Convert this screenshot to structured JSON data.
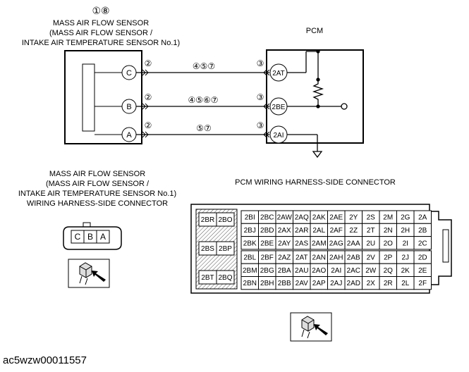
{
  "header_numbers": "①⑧",
  "sensor_title": [
    "MASS AIR FLOW SENSOR",
    "(MASS AIR FLOW SENSOR /",
    "INTAKE AIR TEMPERATURE SENSOR No.1)"
  ],
  "pcm_title": "PCM",
  "wires": [
    {
      "sensor_pin": "C",
      "sensor_note": "②",
      "wire_note": "④⑤⑦",
      "pcm_note": "③",
      "pcm_pin": "2AT"
    },
    {
      "sensor_pin": "B",
      "sensor_note": "②",
      "wire_note": "④⑤⑥⑦",
      "pcm_note": "③",
      "pcm_pin": "2BE"
    },
    {
      "sensor_pin": "A",
      "sensor_note": "②",
      "wire_note": "⑤⑦",
      "pcm_note": "③",
      "pcm_pin": "2AI"
    }
  ],
  "sensor_connector_title": [
    "MASS AIR FLOW SENSOR",
    "(MASS AIR FLOW SENSOR /",
    "INTAKE AIR TEMPERATURE SENSOR No.1)",
    "WIRING HARNESS-SIDE CONNECTOR"
  ],
  "sensor_connector_pins": [
    "C",
    "B",
    "A"
  ],
  "pcm_connector_title": "PCM WIRING HARNESS-SIDE CONNECTOR",
  "pcm_connector_side_pins": [
    "2BR",
    "2BO",
    "2BS",
    "2BP",
    "2BT",
    "2BQ"
  ],
  "pcm_connector_rows": [
    [
      "2BI",
      "2BC",
      "2AW",
      "2AQ",
      "2AK",
      "2AE",
      "2Y",
      "2S",
      "2M",
      "2G",
      "2A"
    ],
    [
      "2BJ",
      "2BD",
      "2AX",
      "2AR",
      "2AL",
      "2AF",
      "2Z",
      "2T",
      "2N",
      "2H",
      "2B"
    ],
    [
      "2BK",
      "2BE",
      "2AY",
      "2AS",
      "2AM",
      "2AG",
      "2AA",
      "2U",
      "2O",
      "2I",
      "2C"
    ],
    [
      "2BL",
      "2BF",
      "2AZ",
      "2AT",
      "2AN",
      "2AH",
      "2AB",
      "2V",
      "2P",
      "2J",
      "2D"
    ],
    [
      "2BM",
      "2BG",
      "2BA",
      "2AU",
      "2AO",
      "2AI",
      "2AC",
      "2W",
      "2Q",
      "2K",
      "2E"
    ],
    [
      "2BN",
      "2BH",
      "2BB",
      "2AV",
      "2AP",
      "2AJ",
      "2AD",
      "2X",
      "2R",
      "2L",
      "2F"
    ]
  ],
  "image_code": "ac5wzw00011557"
}
